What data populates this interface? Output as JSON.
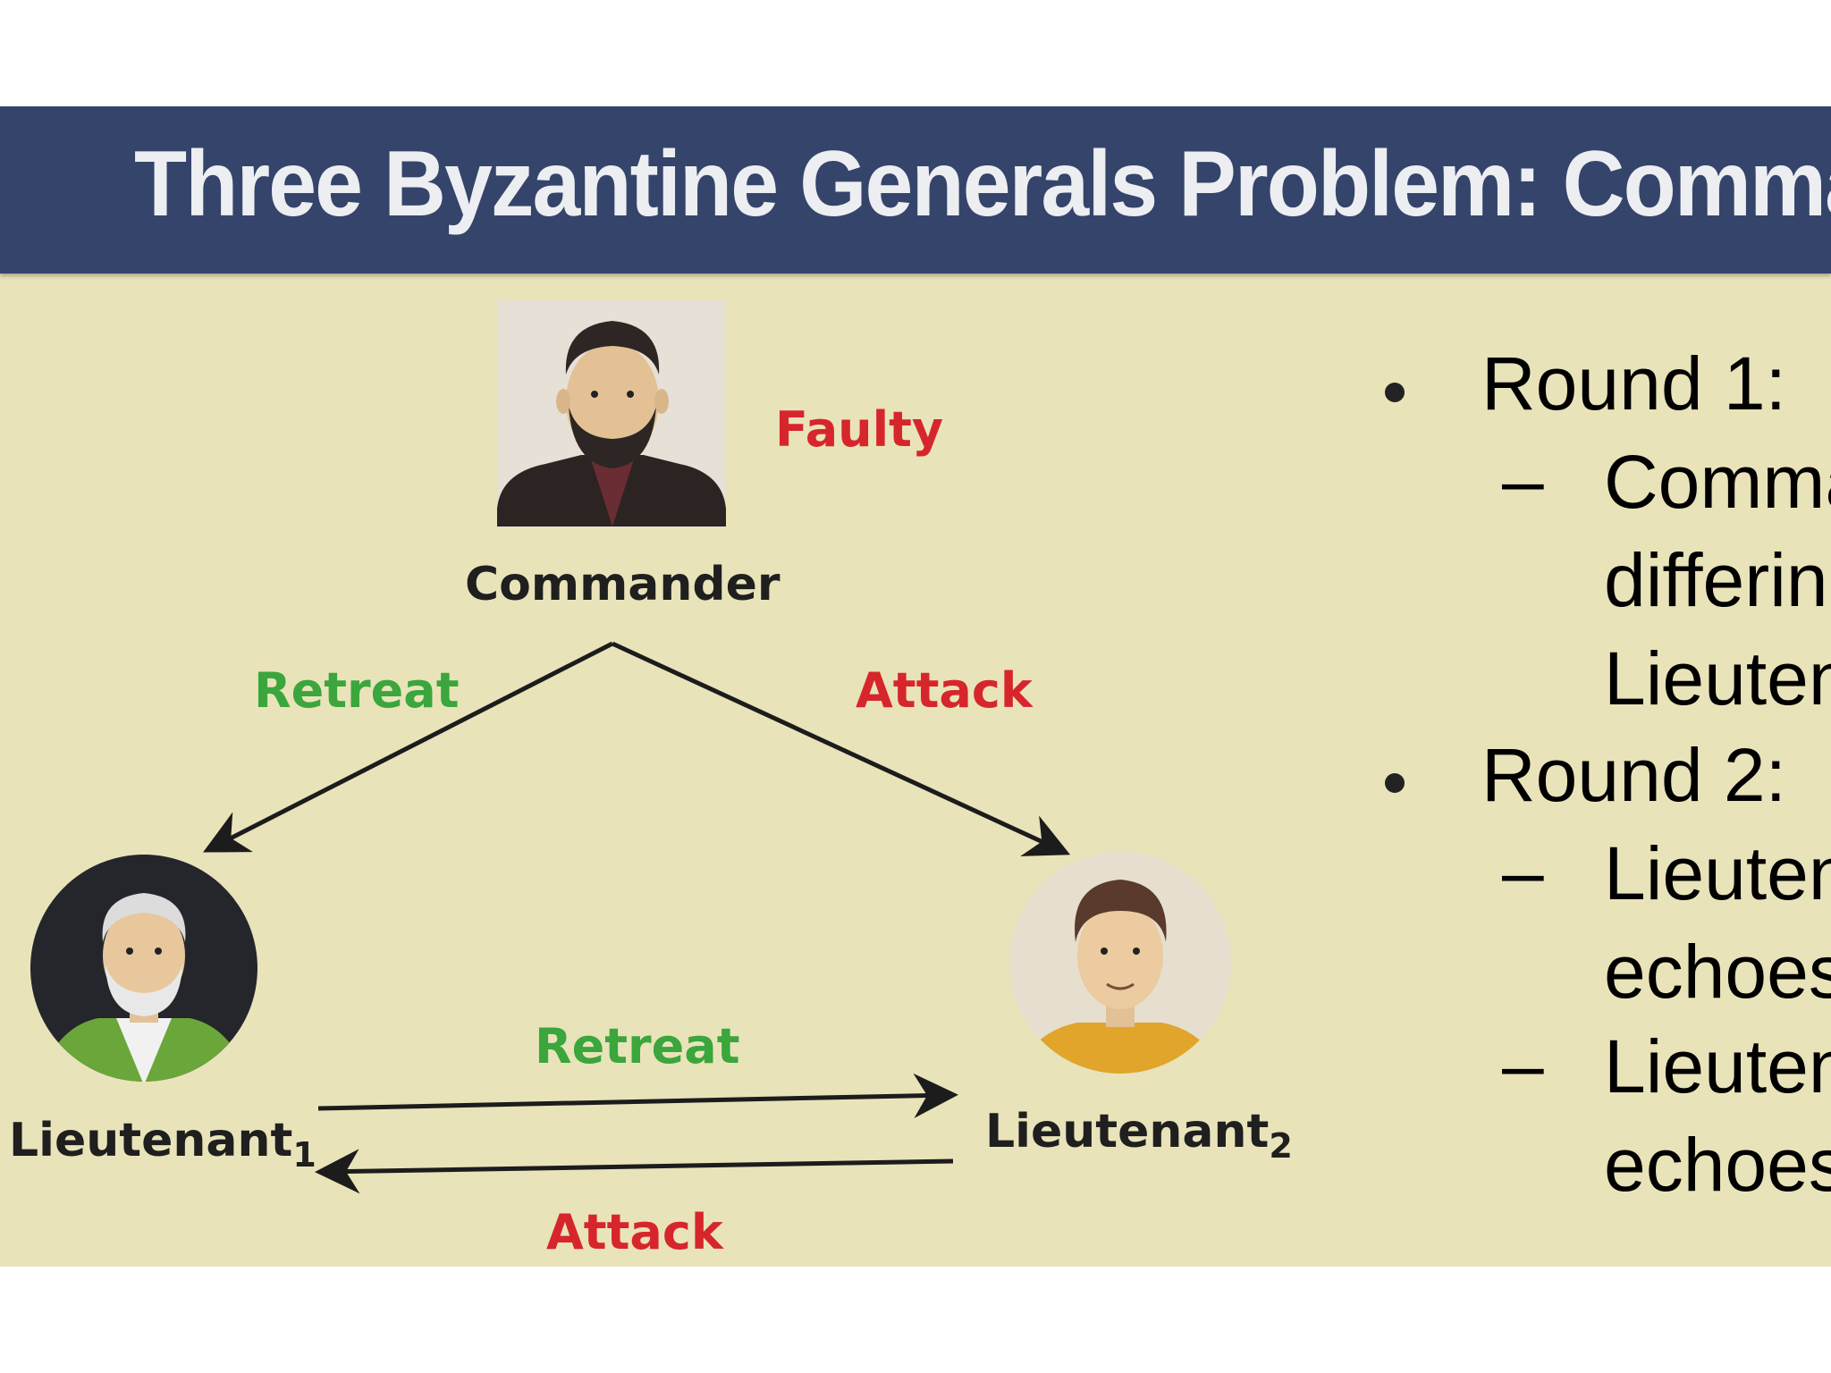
{
  "slide": {
    "title": "Three Byzantine Generals Problem: Command",
    "nodes": {
      "commander": {
        "label": "Commander",
        "status": "Faulty"
      },
      "lieutenant1": {
        "label": "Lieutenant",
        "sub": "1"
      },
      "lieutenant2": {
        "label": "Lieutenant",
        "sub": "2"
      }
    },
    "messages": {
      "commander_to_l1": "Retreat",
      "commander_to_l2": "Attack",
      "l1_to_l2": "Retreat",
      "l2_to_l1": "Attack"
    },
    "bullets": [
      {
        "text": "Round 1:",
        "subitems": [
          {
            "lines": [
              "Comma",
              "differing",
              "Lieutena"
            ]
          }
        ]
      },
      {
        "text": "Round 2:",
        "subitems": [
          {
            "lines": [
              "Lieutena",
              "echoes"
            ]
          },
          {
            "lines": [
              "Lieutena",
              "echoes"
            ]
          }
        ]
      }
    ],
    "dash": "–",
    "colors": {
      "header": "#35446a",
      "background": "#e9e3ba",
      "red": "#d6262c",
      "green": "#3aa63c"
    }
  }
}
